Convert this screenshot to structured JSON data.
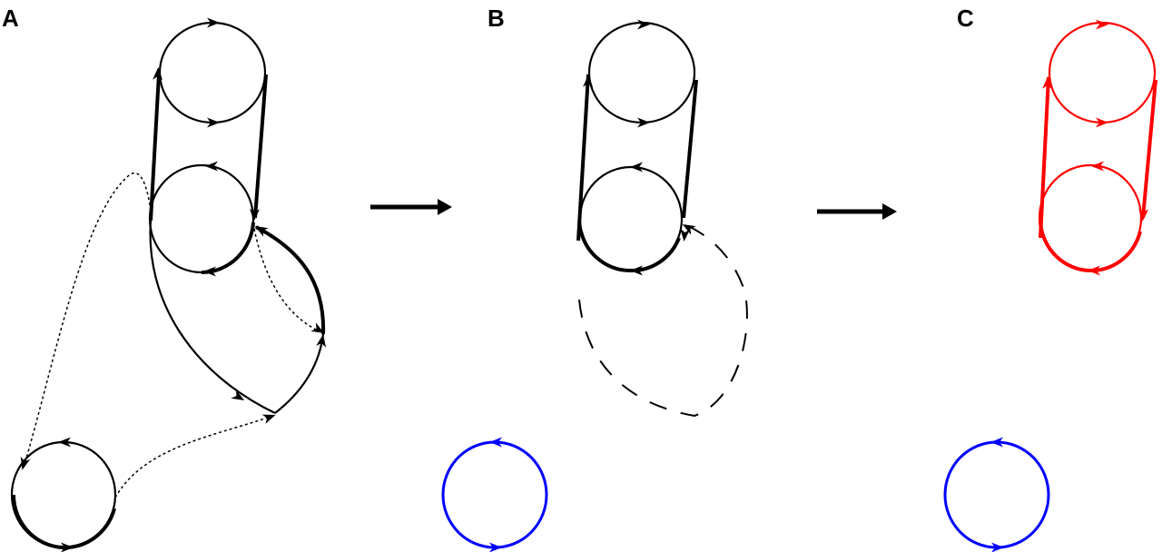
{
  "panels": [
    {
      "label": "A"
    },
    {
      "label": "B"
    },
    {
      "label": "C"
    }
  ],
  "colors": {
    "default": "#000000",
    "highlight_cycle": "#ff0000",
    "isolated_cycle": "#0000ff"
  }
}
